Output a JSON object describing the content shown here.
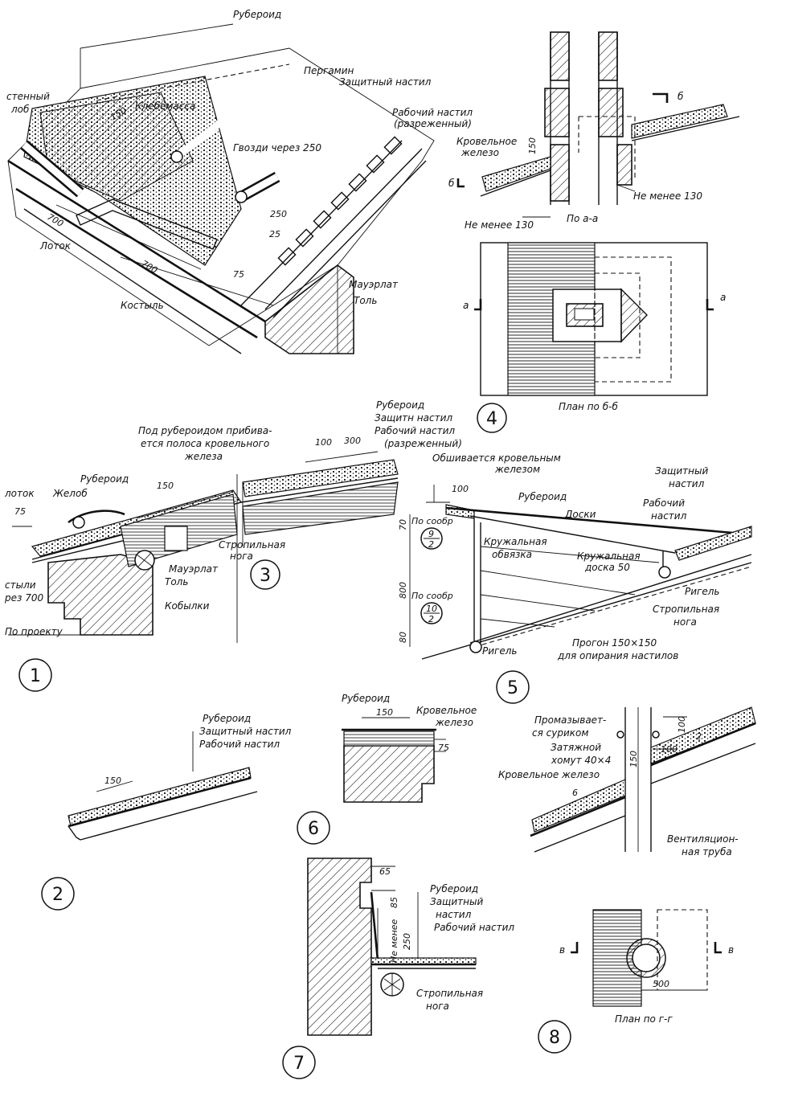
{
  "fig1_top": {
    "ruberoid": "Рубероид",
    "peregamin": "Пергамин",
    "zashch_nastil": "Защитный настил",
    "klebemassa": "Клебемасса",
    "rab_nastil": "Рабочий настил",
    "razrezh": "(разреженный)",
    "gvozdi": "Гвозди через 250",
    "lotok": "Лоток",
    "kostyl": "Костыль",
    "mauerlat": "Мауэрлат",
    "tol": "Толь",
    "stennoy1": "стенный",
    "stennoy2": "лоб",
    "dim_700a": "700",
    "dim_700b": "700",
    "dim_150": "150",
    "dim_25": "25",
    "dim_75": "75",
    "dim_250": "250"
  },
  "fig4": {
    "krov_zhelezo1": "Кровельное",
    "krov_zhelezo2": "железо",
    "ne_menee_130a": "Не менее 130",
    "ne_menee_130b": "Не менее 130",
    "po_aa": "По а-а",
    "dim_150": "150",
    "b_top": "б",
    "b_left": "б",
    "a_left": "а",
    "a_right": "а",
    "plan_bb": "План по б-б",
    "num": "4"
  },
  "fig3": {
    "pod_ruberoidom1": "Под рубероидом прибива-",
    "pod_ruberoidom2": "ется полоса кровельного",
    "pod_ruberoidom3": "железа",
    "ruberoid": "Рубероид",
    "zashch": "Защитн настил",
    "rab": "Рабочий настил",
    "razrezh": "(разреженный)",
    "dim_100": "100",
    "dim_300": "300",
    "num": "3"
  },
  "fig1": {
    "ruberoid": "Рубероид",
    "zhelob": "Желоб",
    "lotok": "лоток",
    "dim_150": "150",
    "dim_75": "75",
    "stropilnaya1": "Стропильная",
    "stropilnaya2": "нога",
    "mauerlat": "Мауэрлат",
    "tol": "Толь",
    "kobylki": "Кобылки",
    "kostyli1": "стыли",
    "kostyli2": "рез 700",
    "po_proektu": "По проекту",
    "num": "1"
  },
  "fig5": {
    "obshivaetsya1": "Обшивается кровельным",
    "obshivaetsya2": "железом",
    "dim_100": "100",
    "ruberoid": "Рубероид",
    "doski": "Доски",
    "zashch1": "Защитный",
    "zashch2": "настил",
    "rab1": "Рабочий",
    "rab2": "настил",
    "kruzh_obvyazka1": "Кружальная",
    "kruzh_obvyazka2": "обвязка",
    "kruzh_doska1": "Кружальная",
    "kruzh_doska2": "доска 50",
    "rigel_a": "Ригель",
    "rigel_b": "Ригель",
    "stropilnaya1": "Стропильная",
    "stropilnaya2": "нога",
    "progon1": "Прогон 150×150",
    "progon2": "для опирания настилов",
    "po_soobr_a": "По сообр",
    "frac_a_top": "9",
    "frac_a_bot": "2",
    "po_soobr_b": "По сообр",
    "frac_b_top": "10",
    "frac_b_bot": "2",
    "dim_800": "800",
    "dim_70": "70",
    "dim_80": "80",
    "num": "5"
  },
  "fig2": {
    "ruberoid": "Рубероид",
    "zashch": "Защитный настил",
    "rab": "Рабочий настил",
    "dim_150": "150",
    "num": "2"
  },
  "fig6": {
    "ruberoid": "Рубероид",
    "krov1": "Кровельное",
    "krov2": "железо",
    "dim_150": "150",
    "dim_75": "75",
    "num": "6"
  },
  "fig8": {
    "promazyvaetsya1": "Промазывает-",
    "promazyvaetsya2": "ся суриком",
    "zatyazhnoy1": "Затяжной",
    "zatyazhnoy2": "хомут 40×4",
    "krov_zhelezo": "Кровельное железо",
    "ventil1": "Вентиляцион-",
    "ventil2": "ная труба",
    "dim_150": "150",
    "dim_100": "100",
    "dim_100b": "100",
    "dim_2": "2",
    "dim_6": "6",
    "v_left": "в",
    "v_right": "в",
    "dim_500": "500",
    "plan_gg": "План по г-г",
    "num": "8"
  },
  "fig7": {
    "ruberoid": "Рубероид",
    "zashch1": "Защитный",
    "zashch2": "настил",
    "rab": "Рабочий настил",
    "dim_65": "65",
    "dim_85": "85",
    "ne_menee": "Не менее",
    "dim_250": "250",
    "stropilnaya1": "Стропильная",
    "stropilnaya2": "нога",
    "num": "7"
  }
}
